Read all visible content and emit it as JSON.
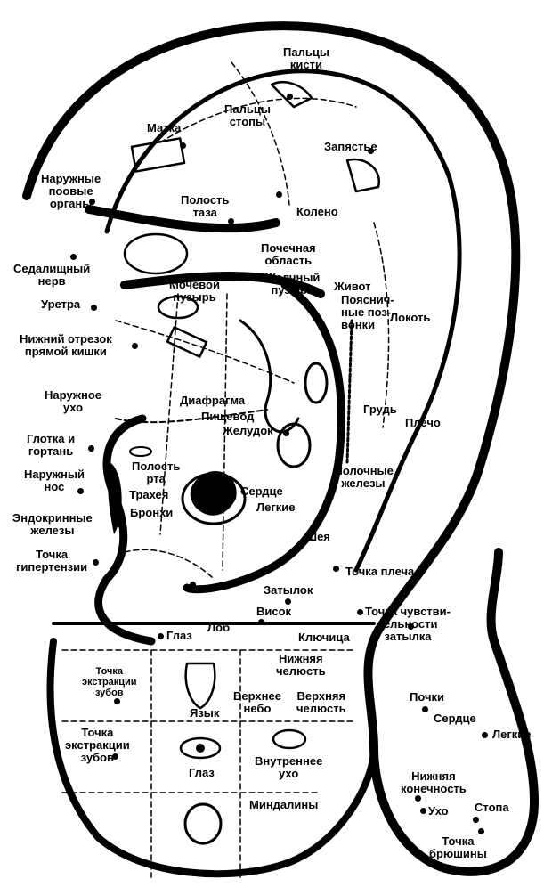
{
  "colors": {
    "ink": "#000000",
    "paper": "#ffffff"
  },
  "labels": {
    "finger_hand": "Пальцы\nкисти",
    "toes": "Пальцы\nстопы",
    "uterus": "Матка",
    "wrist": "Запястье",
    "external_genitals": "Наружные\nпоовые\nорганы",
    "pelvic_cavity": "Полость\nтаза",
    "knee": "Колено",
    "sciatic_nerve": "Седалищный\nнерв",
    "kidney_area": "Почечная\nобласть",
    "bladder": "Мочевой\nпузырь",
    "gall_bladder": "Желчный\nпузырь",
    "abdomen": "Живот",
    "lumbar": "Пояснич-\nные поз-\nвонки",
    "elbow": "Локоть",
    "urethra": "Уретра",
    "rectum_lower": "Нижний отрезок\nпрямой кишки",
    "outer_ear": "Наружное\nухо",
    "diaphragm": "Диафрагма",
    "esophagus": "Пищевод",
    "chest": "Грудь",
    "shoulder": "Плечо",
    "stomach": "Желудок",
    "pharynx": "Глотка и\nгортань",
    "nose": "Наружный\nнос",
    "mouth": "Полость\nрта",
    "trachea": "Трахея",
    "heart": "Сердце",
    "lungs": "Легкие",
    "mammary": "Молочные\nжелезы",
    "endocrine": "Эндокринные\nжелезы",
    "bronchi": "Бронхи",
    "neck": "Шея",
    "hypertension": "Точка\nгипертензии",
    "shoulder_point": "Точка плеча",
    "occiput": "Затылок",
    "temple": "Висок",
    "occiput_sens": "Точка чувстви-\nтельности\nзатылка",
    "eye_top": "Глаз",
    "forehead": "Лоб",
    "clavicle": "Ключица",
    "lower_jaw": "Нижняя\nчелюсть",
    "tooth_extract_1": "Точка\nэкстракции\nзубов",
    "upper_palate": "Верхнее\nнебо",
    "upper_jaw": "Верхняя\nчелюсть",
    "tongue": "Язык",
    "kidneys": "Почки",
    "heart_lobe": "Сердце",
    "tooth_extract_2": "Точка\nэкстракции\nзубов",
    "lungs_lobe": "Легкие",
    "eye": "Глаз",
    "inner_ear": "Внутреннее\nухо",
    "lower_limb": "Нижняя\nконечность",
    "ear_point": "Ухо",
    "foot": "Стопа",
    "tonsils": "Миндалины",
    "peritoneum": "Точка\nбрюшины"
  }
}
